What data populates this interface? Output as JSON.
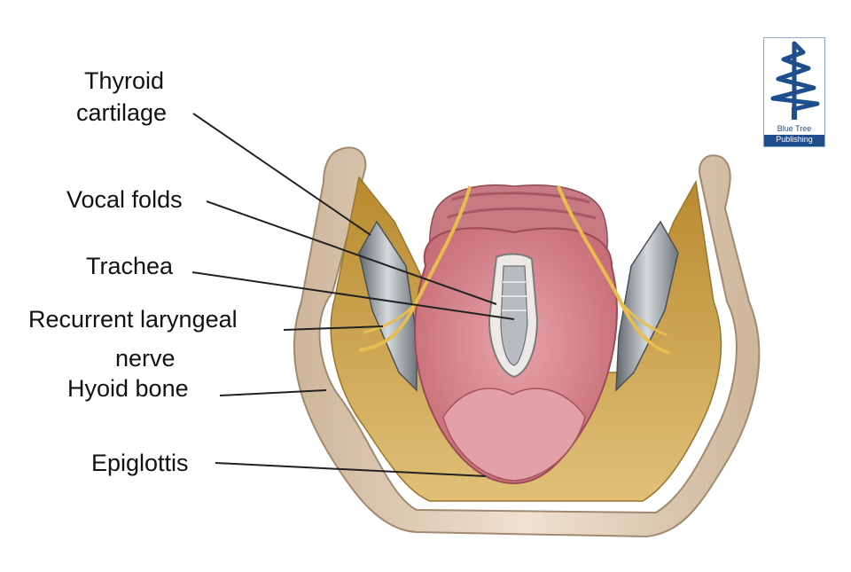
{
  "labels": {
    "thyroid_line1": "Thyroid",
    "thyroid_line2": "cartilage",
    "vocal_folds": "Vocal folds",
    "trachea": "Trachea",
    "nerve_line1": "Recurrent laryngeal",
    "nerve_line2": "nerve",
    "hyoid_bone": "Hyoid bone",
    "epiglottis": "Epiglottis"
  },
  "logo": {
    "line1": "Blue Tree",
    "line2": "Publishing",
    "color": "#1f4e8c",
    "icon": "blue-tree-icon"
  },
  "colors": {
    "bone": "#e8d8c4",
    "muscle": "#c9a24d",
    "cartilage": "#9aa0a6",
    "mucosa": "#d9878e",
    "nerve": "#e8c35a",
    "leader_line": "#222222"
  }
}
